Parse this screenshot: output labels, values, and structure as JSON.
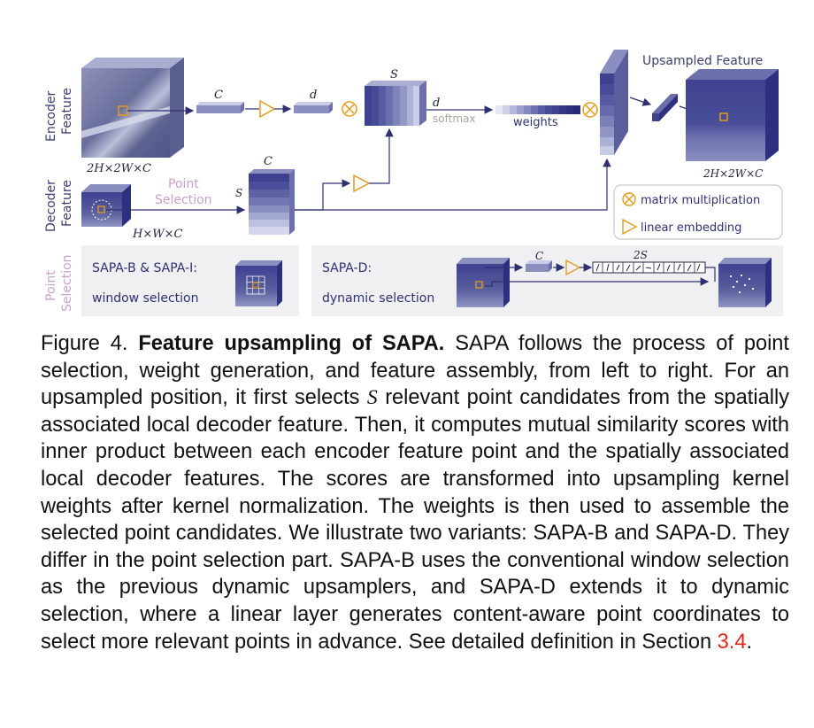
{
  "figure": {
    "rows": {
      "encoder": "Encoder\nFeature",
      "decoder": "Decoder\nFeature",
      "point_selection": "Point\nSelection"
    },
    "encoder_size": "2H×2W×C",
    "decoder_size": "H×W×C",
    "upsampled_size": "2H×2W×C",
    "upsampled_title": "Upsampled Feature",
    "sym_C": "C",
    "sym_d": "d",
    "sym_S": "S",
    "sym_2S": "2S",
    "softmax": "softmax",
    "weights": "weights",
    "point_selection_label": "Point\nSelection",
    "legend": {
      "matmul": "matrix multiplication",
      "linear": "linear embedding"
    },
    "sapa_b_title": "SAPA-B & SAPA-I:",
    "sapa_b_sub": "window selection",
    "sapa_d_title": "SAPA-D:",
    "sapa_d_sub": "dynamic selection",
    "colors": {
      "accent": "#3d4190",
      "light": "#c9cde8",
      "orange": "#e49b1c",
      "grey_panel": "#f0f0f2"
    }
  },
  "caption": {
    "label": "Figure 4.",
    "title": "Feature upsampling of SAPA.",
    "p1": "SAPA follows the process of point selection, weight generation, and feature assembly, from left to right. For an upsampled position, it first selects",
    "sym": "S",
    "p2": "relevant point candidates from the spatially associated local decoder feature. Then, it computes mutual similarity scores with inner product between each encoder feature point and the spatially associated local decoder features. The scores are transformed into upsampling kernel weights after kernel normalization. The weights is then used to assemble the selected point candidates. We illustrate two variants: SAPA-B and SAPA-D. They differ in the point selection part. SAPA-B uses the conventional window selection as the previous dynamic upsamplers, and SAPA-D extends it to dynamic selection, where a linear layer generates content-aware point coordinates to select more relevant points in advance. See detailed definition in Section",
    "ref": "3.4",
    "end": "."
  }
}
